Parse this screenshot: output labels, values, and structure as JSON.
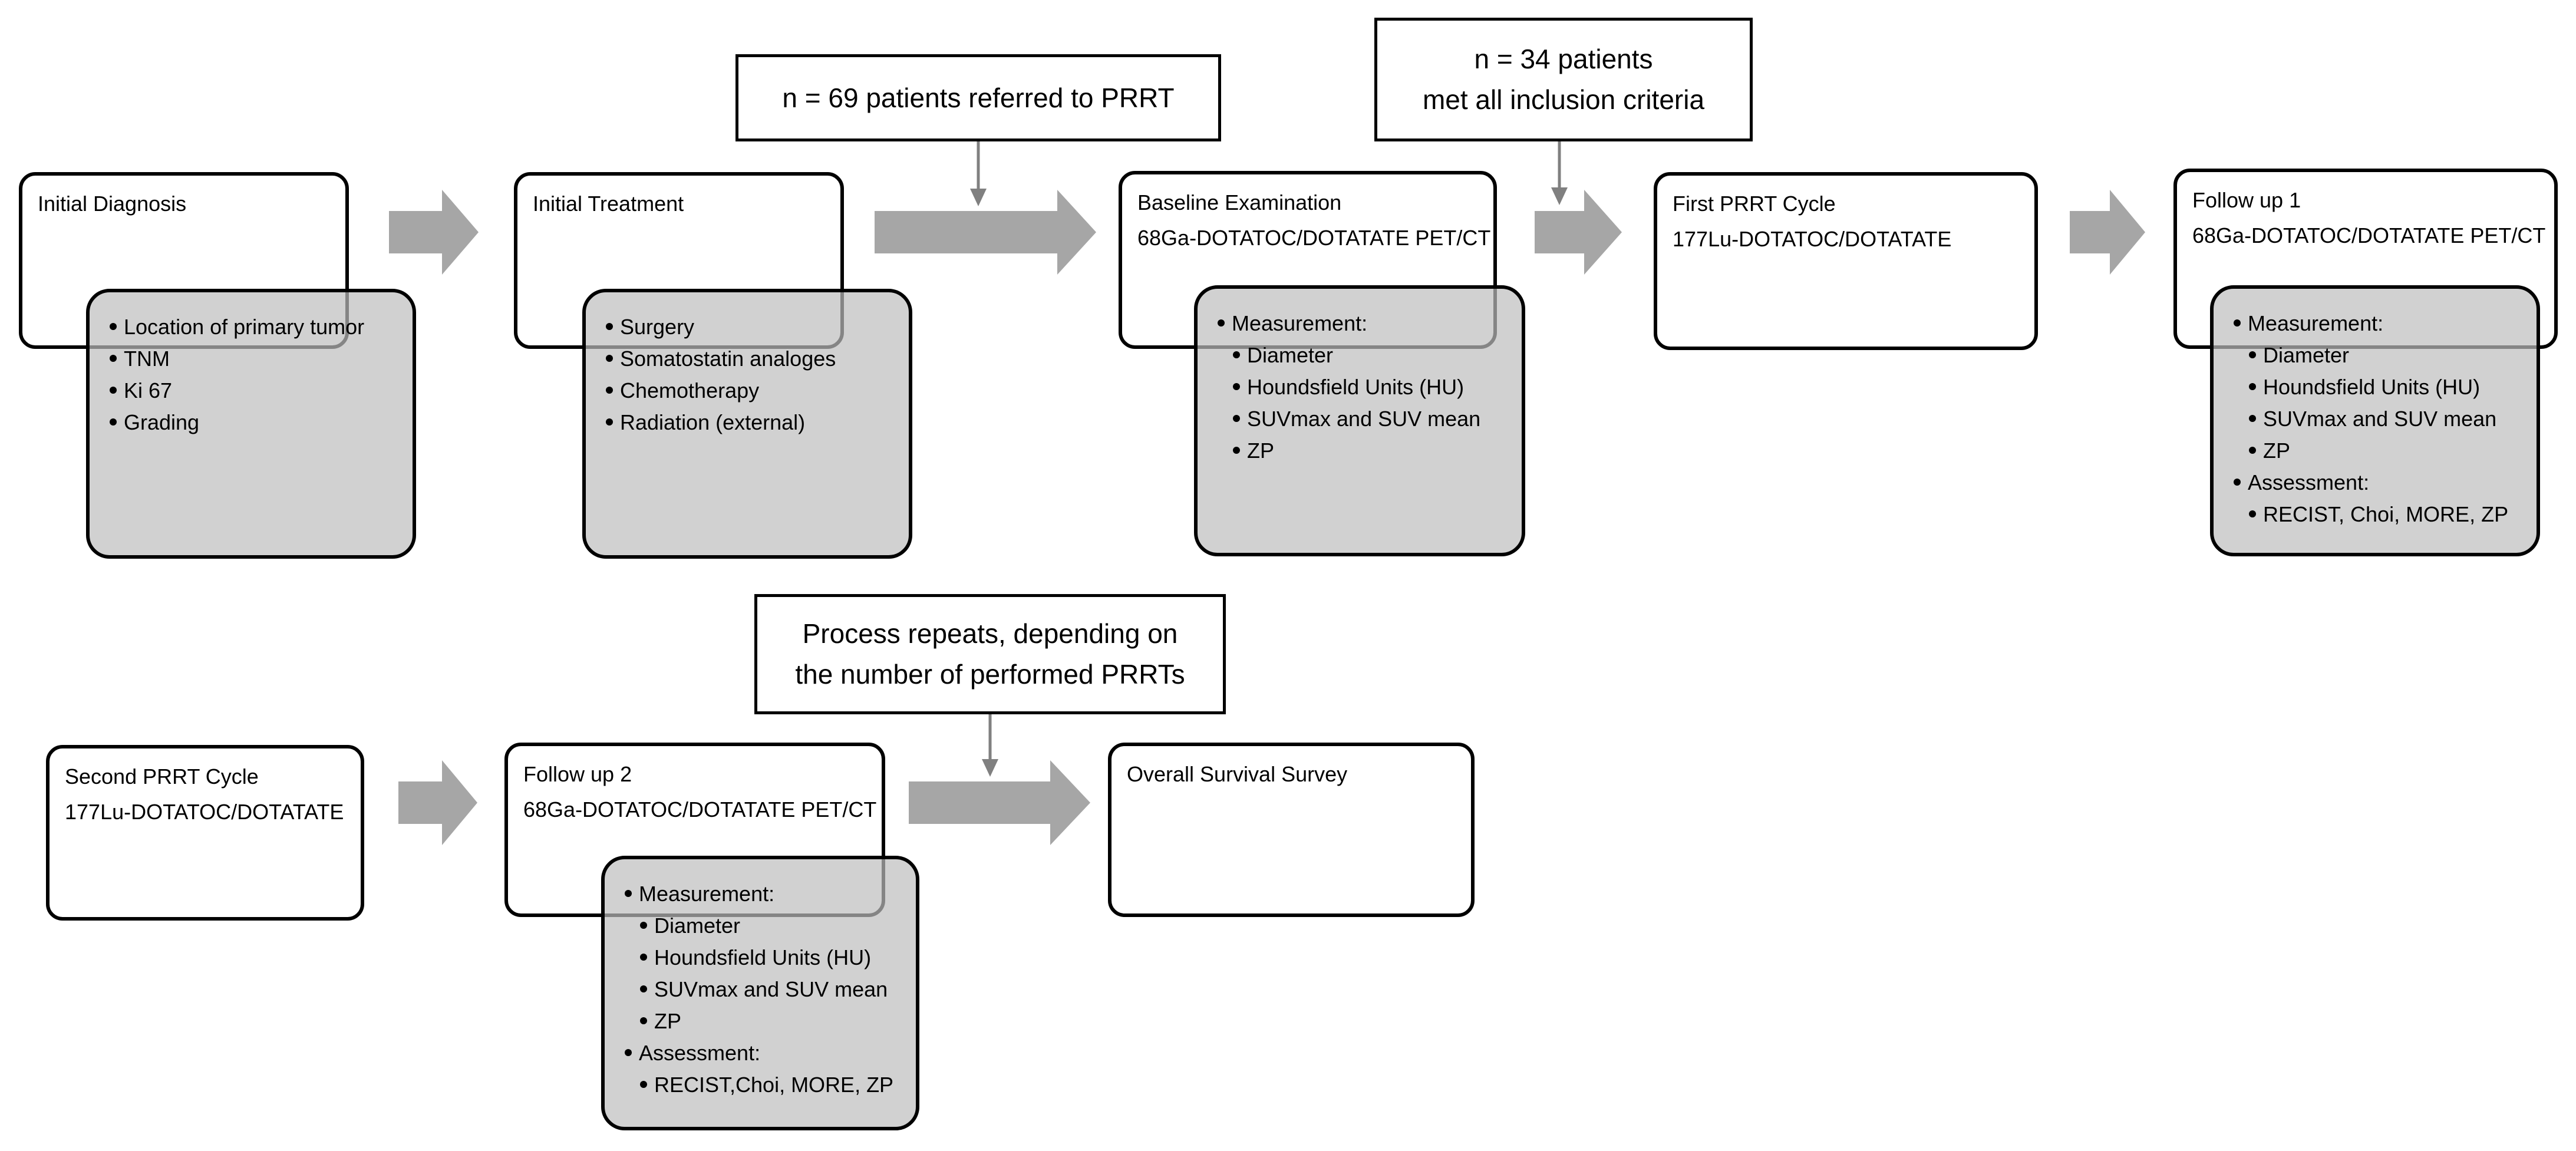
{
  "notes": {
    "referred": "n = 69 patients referred to PRRT",
    "inclusion_line1": "n = 34 patients",
    "inclusion_line2": "met all inclusion criteria",
    "repeat_line1": "Process repeats, depending on",
    "repeat_line2": "the number of performed PRRTs"
  },
  "steps": {
    "initial_diagnosis": {
      "title": "Initial Diagnosis",
      "items": [
        "Location of primary tumor",
        "TNM",
        "Ki 67",
        "Grading"
      ]
    },
    "initial_treatment": {
      "title": "Initial Treatment",
      "items": [
        "Surgery",
        "Somatostatin analoges",
        "Chemotherapy",
        "Radiation (external)"
      ]
    },
    "baseline": {
      "title": "Baseline Examination",
      "subtitle": "68Ga-DOTATOC/DOTATATE PET/CT",
      "measurement": "Measurement:",
      "items": [
        "Diameter",
        "Houndsfield Units (HU)",
        "SUVmax and SUV mean",
        "ZP"
      ]
    },
    "first_prrt": {
      "title": "First PRRT Cycle",
      "subtitle": "177Lu-DOTATOC/DOTATATE"
    },
    "follow_up_1": {
      "title": "Follow up 1",
      "subtitle": "68Ga-DOTATOC/DOTATATE PET/CT",
      "measurement": "Measurement:",
      "items": [
        "Diameter",
        "Houndsfield Units (HU)",
        "SUVmax and SUV mean",
        "ZP"
      ],
      "assessment": "Assessment:",
      "assessment_items": [
        "RECIST, Choi, MORE, ZP"
      ]
    },
    "second_prrt": {
      "title": "Second PRRT Cycle",
      "subtitle": "177Lu-DOTATOC/DOTATATE"
    },
    "follow_up_2": {
      "title": "Follow up 2",
      "subtitle": "68Ga-DOTATOC/DOTATATE PET/CT",
      "measurement": "Measurement:",
      "items": [
        "Diameter",
        "Houndsfield Units (HU)",
        "SUVmax and SUV mean",
        "ZP"
      ],
      "assessment": "Assessment:",
      "assessment_items": [
        "RECIST,Choi, MORE, ZP"
      ]
    },
    "overall_survival": {
      "title": "Overall Survival Survey"
    }
  },
  "colors": {
    "arrow": "#a6a6a6",
    "detail_fill": "#bebebe",
    "connector": "#808080"
  }
}
